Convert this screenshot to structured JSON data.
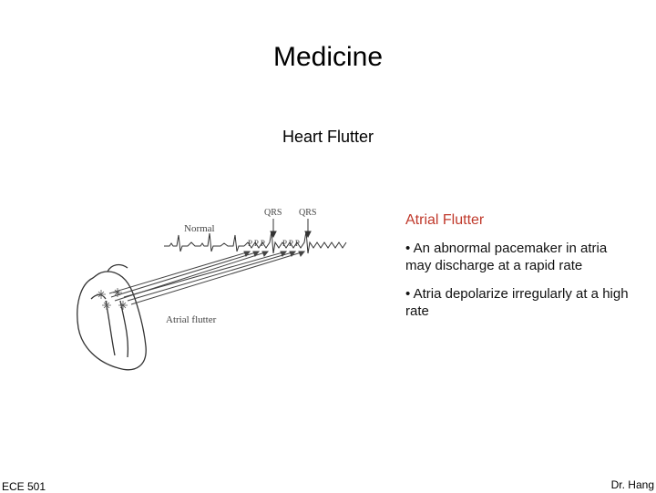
{
  "slide": {
    "title": "Medicine",
    "subtitle": "Heart Flutter"
  },
  "figure": {
    "labels": {
      "normal": "Normal",
      "qrs_1": "QRS",
      "qrs_2": "QRS",
      "p_group_1": "P P P",
      "p_group_2": "P P P",
      "atrial_flutter": "Atrial flutter"
    }
  },
  "side_panel": {
    "heading": "Atrial Flutter",
    "heading_color": "#c0392b",
    "bullets": [
      "• An abnormal pacemaker in atria may discharge at a rapid rate",
      "• Atria depolarize irregularly at a high rate"
    ]
  },
  "footer": {
    "left": "ECE 501",
    "right": "Dr. Hang"
  }
}
